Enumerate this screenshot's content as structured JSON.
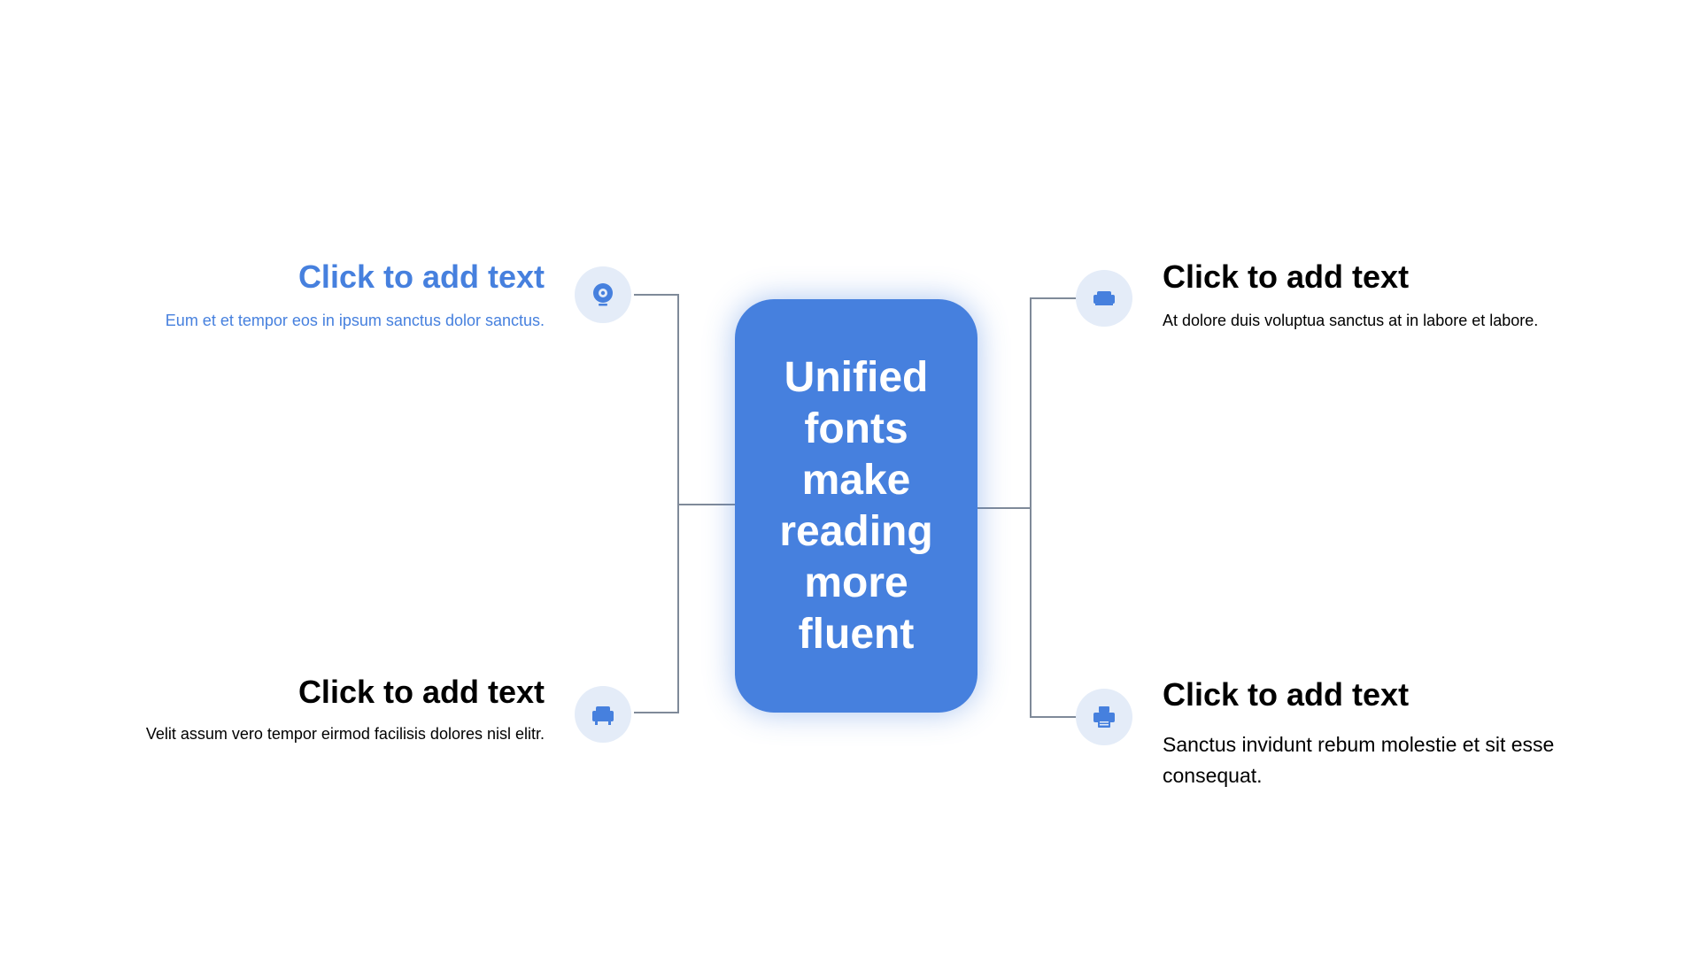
{
  "colors": {
    "accent": "#4680de",
    "icon_background": "#e4ecf8",
    "connector": "#7f8a99",
    "text": "#000000",
    "background": "#ffffff"
  },
  "center": {
    "text": "Unified\nfonts\nmake\nreading\nmore\nfluent"
  },
  "items": [
    {
      "title": "Click to add text",
      "description": "Eum et et tempor eos in ipsum sanctus dolor sanctus.",
      "icon": "webcam-icon",
      "highlighted": true
    },
    {
      "title": "Click to add text",
      "description": "Velit assum vero tempor eirmod facilisis dolores nisl elitr.",
      "icon": "sofa-icon",
      "highlighted": false
    },
    {
      "title": "Click to add text",
      "description": "At dolore duis voluptua sanctus at in labore et labore.",
      "icon": "armchair-icon",
      "highlighted": false
    },
    {
      "title": "Click to add text",
      "description": "Sanctus invidunt rebum molestie et sit esse consequat.",
      "icon": "printer-icon",
      "highlighted": false
    }
  ]
}
